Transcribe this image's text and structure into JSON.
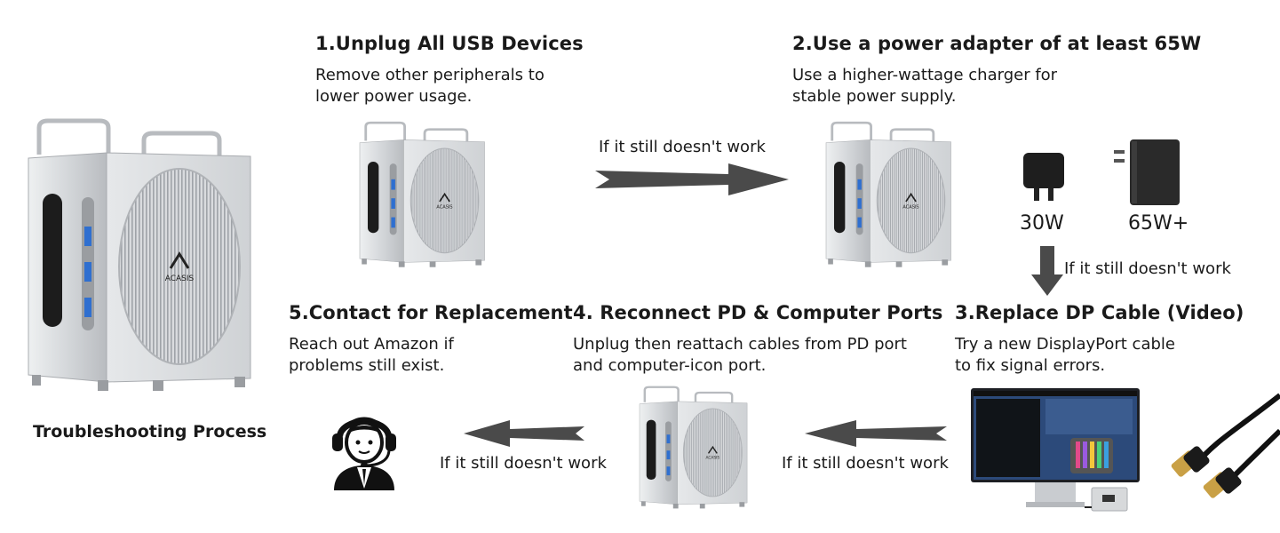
{
  "caption": "Troubleshooting Process",
  "steps": [
    {
      "title": "1.Unplug All USB Devices",
      "desc": "Remove other peripherals to\nlower power usage."
    },
    {
      "title": "2.Use a power adapter of at least 65W",
      "desc": "Use a higher-wattage charger for\nstable power supply."
    },
    {
      "title": "3.Replace DP Cable (Video)",
      "desc": "Try a new DisplayPort cable\nto fix signal errors."
    },
    {
      "title": "4. Reconnect PD & Computer Ports",
      "desc": "Unplug then reattach cables from PD port\nand computer-icon port."
    },
    {
      "title": "5.Contact for Replacement",
      "desc": "Reach out Amazon if\nproblems still exist."
    }
  ],
  "arrow_label": "If it still doesn't work",
  "chargers": {
    "small": "30W",
    "large": "65W+"
  },
  "brand_logo": "ACASIS",
  "colors": {
    "arrow": "#4a4a4a",
    "text": "#1a1a1a",
    "chassis": "#d7d9db",
    "metal_dark": "#8c8f93"
  }
}
